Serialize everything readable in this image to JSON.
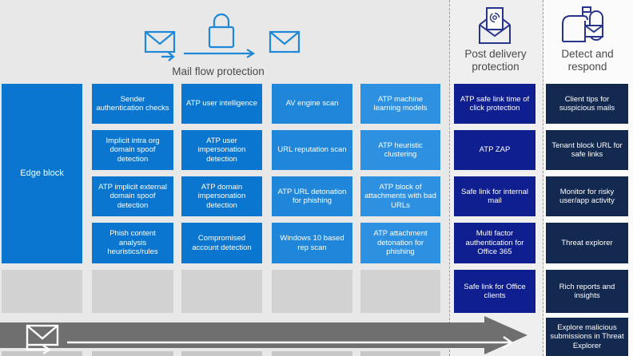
{
  "header": {
    "mail_flow_label": "Mail flow protection",
    "post_delivery_line1": "Post delivery",
    "post_delivery_line2": "protection",
    "detect_line1": "Detect and",
    "detect_line2": "respond"
  },
  "icons": {
    "mail_left": "mail-envelope-icon",
    "lock": "lock-icon",
    "mail_right": "mail-envelope-icon",
    "post_delivery": "envelope-fingerprint-icon",
    "detect": "mailbox-icon",
    "arrow_mail": "mail-send-icon"
  },
  "edge_block_label": "Edge block",
  "rows": [
    {
      "cells": [
        "Sender authentication checks",
        "ATP user intelligence",
        "AV engine scan",
        "ATP machine learning models",
        "ATP safe link time of click protection",
        "Client tips for suspicious mails"
      ]
    },
    {
      "cells": [
        "Implicit intra org domain spoof detection",
        "ATP user impersonation detection",
        "URL reputation scan",
        "ATP heuristic clustering",
        "ATP ZAP",
        "Tenant block URL for safe links"
      ]
    },
    {
      "cells": [
        "ATP implicit external domain spoof detection",
        "ATP domain impersonation detection",
        "ATP URL detonation for phishing",
        "ATP block of attachments with bad URLs",
        "Safe link for internal mail",
        "Monitor for risky user/app activity"
      ]
    },
    {
      "cells": [
        "Phish content analysis heuristics/rules",
        "Compromised account detection",
        "Windows 10 based rep scan",
        "ATP attachment detonation for phishing",
        "Multi factor authentication for Office 365",
        "Threat explorer"
      ]
    }
  ],
  "row5": {
    "post_delivery": "Safe link for Office clients",
    "detect": "Rich reports and insights"
  },
  "bottom": {
    "detect": "Explore malicious submissions in Threat Explorer"
  },
  "colors": {
    "bg": "#e8e8e8",
    "bg_post": "#efefef",
    "bg_detect": "#fbfbfb",
    "blue": "#0b76cf",
    "blue_light1": "#1f86da",
    "blue_light2": "#2e90e0",
    "navy": "#101f90",
    "dark_navy": "#13294f",
    "gray_box": "#d2d2d2",
    "gray_box_bottom": "#c7c7c7",
    "arrow_gray": "#6f6f6f",
    "icon_blue": "#1e87d8",
    "icon_navy": "#27348b"
  }
}
